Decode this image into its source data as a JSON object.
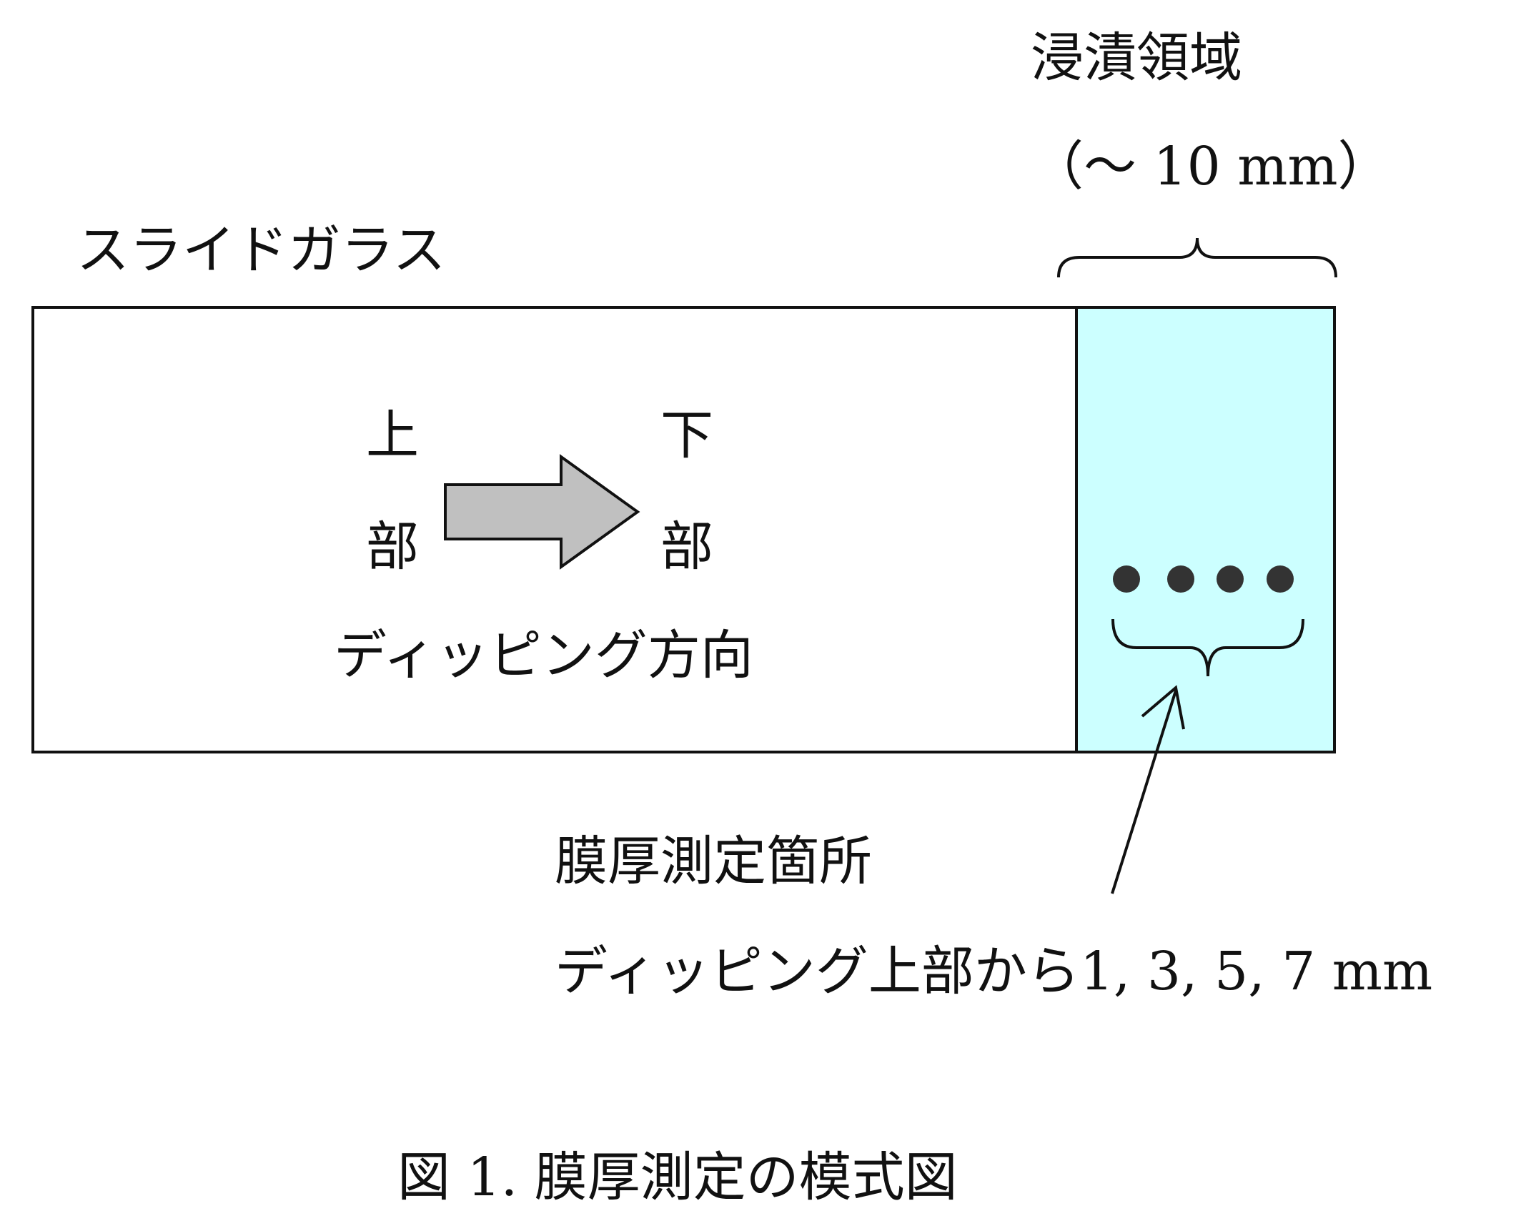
{
  "labels": {
    "immersion_region": "浸漬領域",
    "immersion_size": "（～  10 mm）",
    "slide_glass": "スライドガラス",
    "top_char1": "上",
    "top_char2": "部",
    "bottom_char1": "下",
    "bottom_char2": "部",
    "dipping_direction": "ディッピング方向",
    "measurement_points": "膜厚測定箇所",
    "measurement_positions": "ディッピング上部から1, 3, 5, 7 mm",
    "caption": "図 1.  膜厚測定の模式図"
  },
  "colors": {
    "immersion_fill": "#CCFFFF",
    "arrow_fill": "#C0C0C0",
    "dot": "#333333"
  },
  "measurement_points_mm": [
    1,
    3,
    5,
    7
  ]
}
